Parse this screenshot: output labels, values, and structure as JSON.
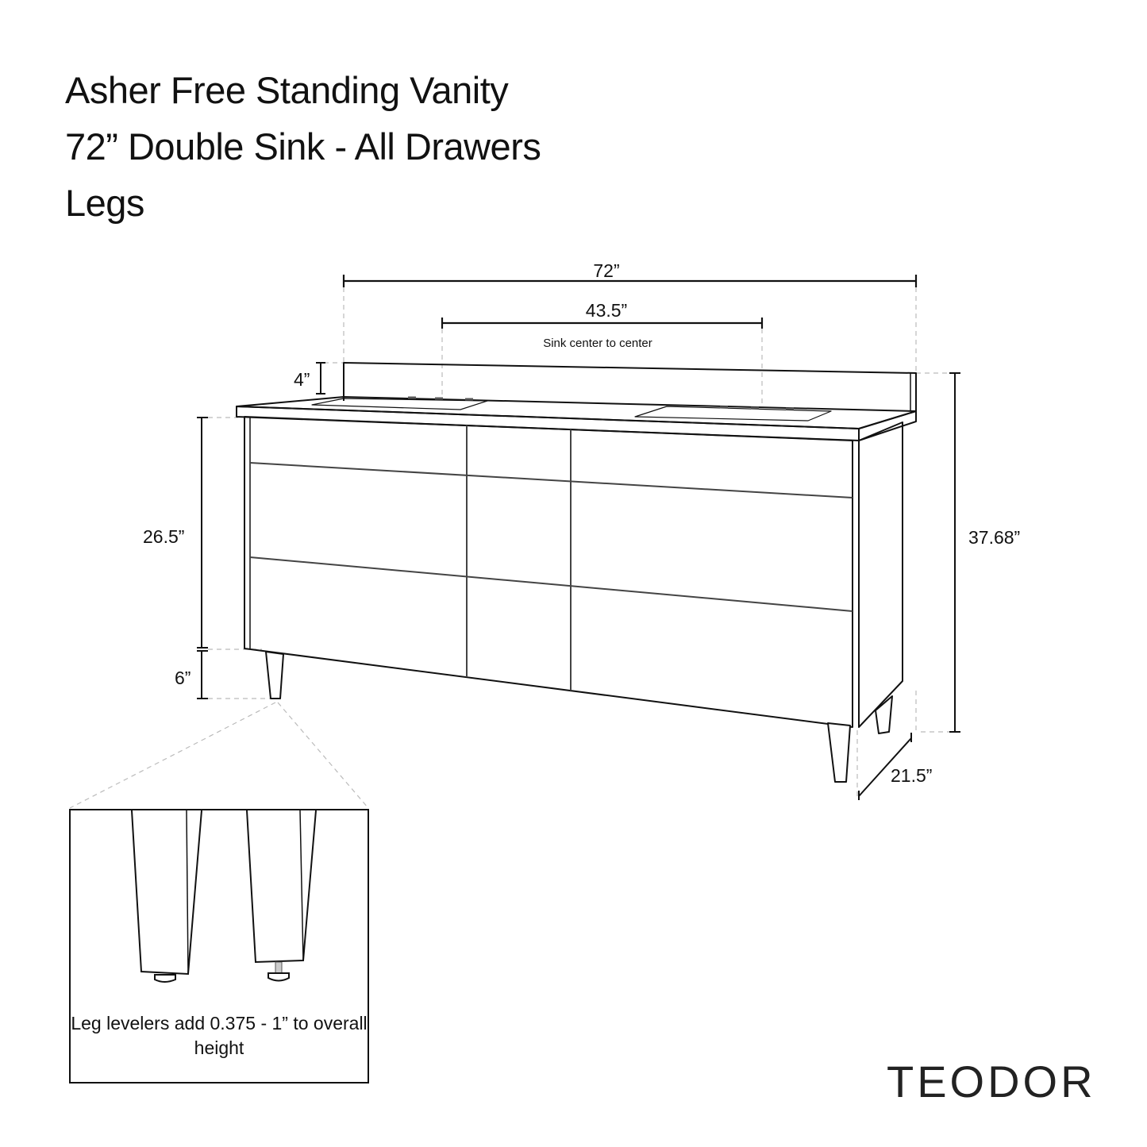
{
  "title": {
    "line1": "Asher Free Standing Vanity",
    "line2": "72”  Double Sink - All Drawers",
    "line3": "Legs"
  },
  "dimensions": {
    "overall_width": "72”",
    "sink_center_distance": "43.5”",
    "sink_center_note": "Sink center to center",
    "backsplash_height": "4”",
    "cabinet_height": "26.5”",
    "leg_height": "6”",
    "overall_height": "37.68”",
    "depth": "21.5”"
  },
  "inset": {
    "note": "Leg levelers add 0.375 - 1” to overall height"
  },
  "brand": {
    "name": "TEODOR"
  },
  "colors": {
    "line": "#111111",
    "dashed": "#bbbbbb",
    "background": "#ffffff"
  }
}
